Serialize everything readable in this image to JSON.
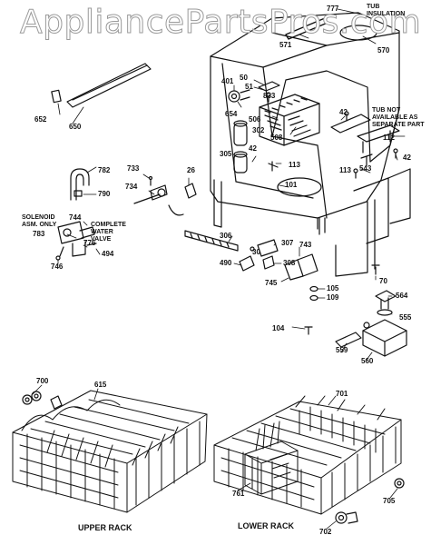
{
  "watermark": "AppliancePartsPros.com",
  "notes": {
    "tub_insulation": [
      "TUB",
      "INSULATION"
    ],
    "tub_not_available": [
      "TUB NOT",
      "AVAILABLE AS",
      "SEPARATE PART"
    ],
    "solenoid": [
      "SOLENOID",
      "ASM. ONLY"
    ],
    "water_valve": [
      "COMPLETE",
      "WATER",
      "VALVE"
    ]
  },
  "captions": {
    "upper_rack": "UPPER RACK",
    "lower_rack": "LOWER RACK"
  },
  "parts": {
    "p777": "777",
    "p571": "571",
    "p570": "570",
    "p50": "50",
    "p51": "51",
    "p833": "833",
    "p401": "401",
    "p654": "654",
    "p506": "506",
    "p42a": "42",
    "p112": "112",
    "p302": "302",
    "p508": "508",
    "p42b": "42",
    "p42c": "42",
    "p305": "305",
    "p113a": "113",
    "p113b": "113",
    "p543": "543",
    "p101": "101",
    "p652": "652",
    "p650": "650",
    "p782": "782",
    "p790": "790",
    "p733": "733",
    "p26": "26",
    "p734": "734",
    "p744": "744",
    "p783": "783",
    "p776": "776",
    "p494": "494",
    "p746": "746",
    "p306": "306",
    "p30": "30",
    "p307": "307",
    "p490": "490",
    "p308": "308",
    "p743": "743",
    "p745": "745",
    "p70": "70",
    "p105": "105",
    "p109": "109",
    "p564": "564",
    "p555": "555",
    "p104": "104",
    "p559": "559",
    "p560": "560",
    "p700": "700",
    "p615": "615",
    "p701": "701",
    "p761": "761",
    "p705": "705",
    "p702": "702"
  }
}
